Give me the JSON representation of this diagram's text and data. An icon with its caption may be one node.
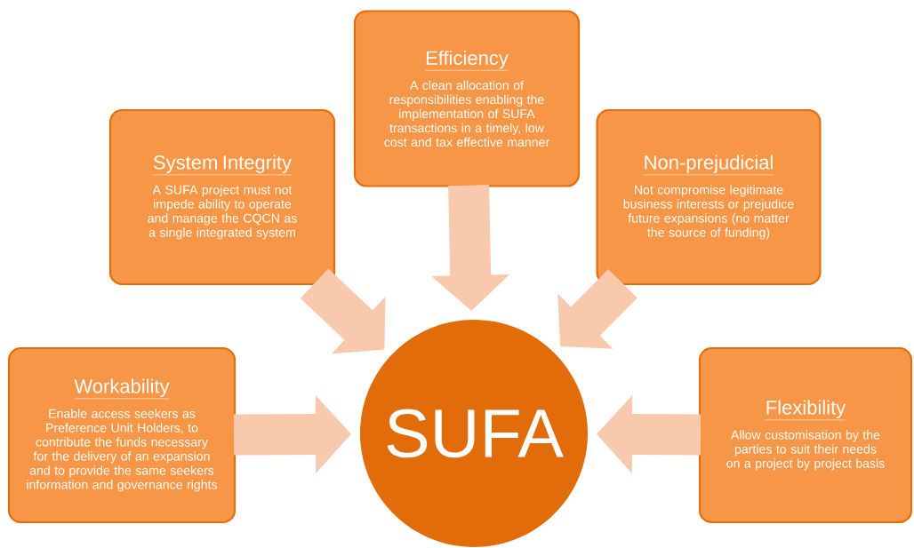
{
  "diagram": {
    "nodes": [
      {
        "text": [
          "Efficiency",
          "A clean allocation of responsibilities enabling the implementation of SUFA transactions in a timely, low cost and tax effective manner"
        ]
      },
      {
        "text": [
          "System Integrity",
          "A SUFA project must not impede ability to operate and manage the CQCN as a single integrated system"
        ]
      },
      {
        "text": [
          "Non-prejudicial",
          "Not compromise legitimate business interests or prejudice future expansions (no matter the source of funding)"
        ]
      },
      {
        "text": [
          "Workability",
          "Enable access seekers as Preference Unit Holders, to contribute the funds necessary for the delivery of an expansion and to provide the same seekers information and governance rights"
        ]
      },
      {
        "text": [
          "SUFA"
        ]
      },
      {
        "text": [
          "Flexibility",
          "Allow customisation by the parties to suit their needs on a project by project basis"
        ]
      }
    ],
    "edges": [
      {
        "from": 0,
        "to": 4,
        "arrow": "to"
      },
      {
        "from": 1,
        "to": 4,
        "arrow": "to"
      },
      {
        "from": 2,
        "to": 4,
        "arrow": "to"
      },
      {
        "from": 3,
        "to": 4,
        "arrow": "to"
      },
      {
        "from": 5,
        "to": 4,
        "arrow": "to"
      }
    ]
  }
}
